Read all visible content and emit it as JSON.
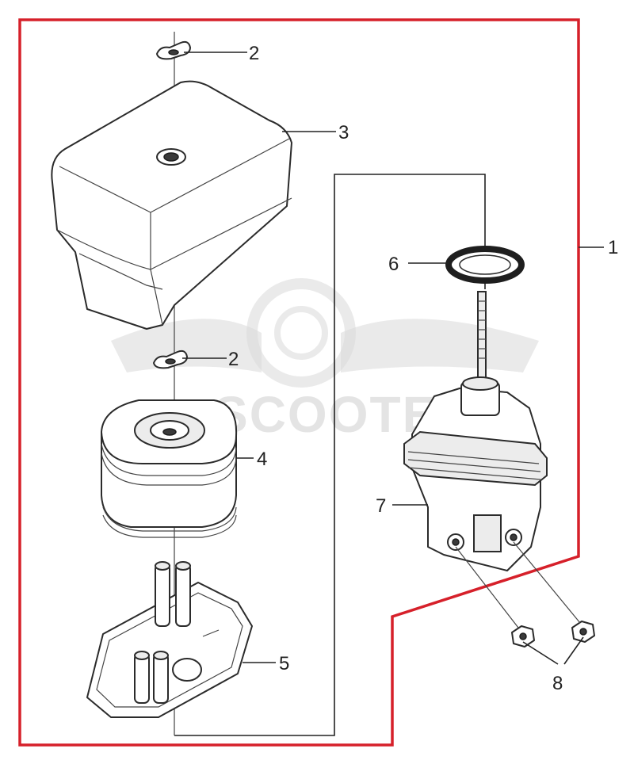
{
  "callouts": {
    "c1": "1",
    "c2a": "2",
    "c2b": "2",
    "c3": "3",
    "c4": "4",
    "c5": "5",
    "c6": "6",
    "c7": "7",
    "c8": "8"
  },
  "watermark": {
    "text": "SCOOTER"
  },
  "colors": {
    "boundary": "#d6202a",
    "ink": "#2b2b2b",
    "watermark": "#cfcfcf"
  }
}
